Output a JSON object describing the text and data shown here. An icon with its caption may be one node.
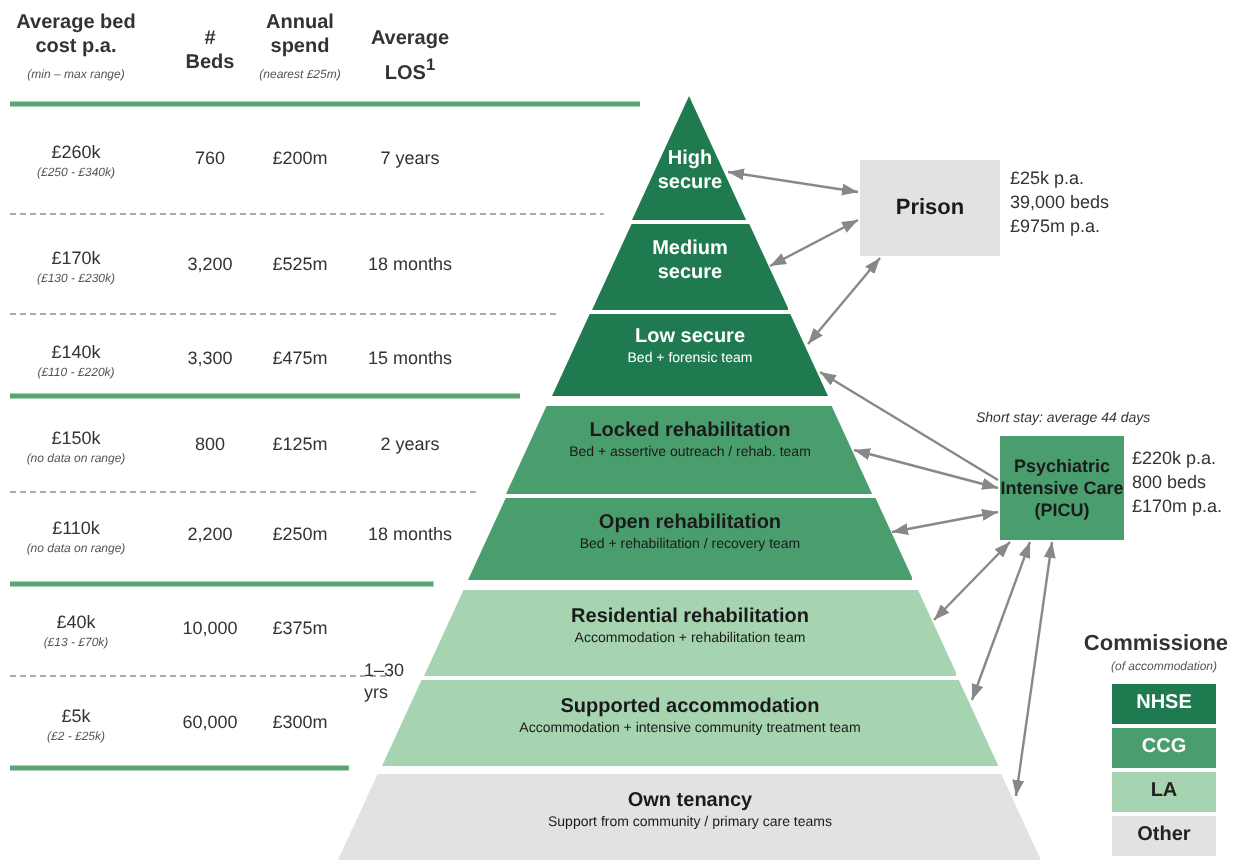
{
  "diagram": {
    "nodes": [
      {
        "text": [
          "High secure"
        ]
      },
      {
        "text": [
          "Medium secure"
        ]
      },
      {
        "text": [
          "Low secure",
          "Bed + forensic team"
        ]
      },
      {
        "text": [
          "Locked rehabilitation",
          "Bed + assertive outreach / rehab. team"
        ]
      },
      {
        "text": [
          "Open rehabilitation",
          "Bed + rehabilitation / recovery team"
        ]
      },
      {
        "text": [
          "Residential rehabilitation",
          "Accommodation + rehabilitation team"
        ]
      },
      {
        "text": [
          "Supported accommodation",
          "Accommodation + intensive community treatment team"
        ]
      },
      {
        "text": [
          "Own tenancy",
          "Support from community / primary care teams"
        ]
      },
      {
        "text": [
          "Prison"
        ],
        "beside": [
          "£25k p.a.",
          "39,000 beds",
          "£975m p.a."
        ]
      },
      {
        "text": [
          "Psychiatric Intensive Care (PICU)"
        ],
        "beside": [
          "Short stay: average 44 days",
          "£220k p.a.",
          "800 beds",
          "£170m p.a."
        ]
      }
    ],
    "edges": [
      {
        "from": 0,
        "to": 8,
        "arrow": "both"
      },
      {
        "from": 1,
        "to": 8,
        "arrow": "both"
      },
      {
        "from": 2,
        "to": 8,
        "arrow": "both"
      },
      {
        "from": 9,
        "to": 2,
        "arrow": "to"
      },
      {
        "from": 3,
        "to": 9,
        "arrow": "both"
      },
      {
        "from": 4,
        "to": 9,
        "arrow": "both"
      },
      {
        "from": 5,
        "to": 9,
        "arrow": "both"
      },
      {
        "from": 6,
        "to": 9,
        "arrow": "both"
      },
      {
        "from": 7,
        "to": 9,
        "arrow": "both"
      }
    ],
    "labels": [
      "Average bed cost p.a.",
      "(min – max range)",
      "# Beds",
      "Annual spend",
      "(nearest £25m)",
      "Average LOS$^{1}$",
      "£260k",
      "(£250 - £340k)",
      "760",
      "£200m",
      "7 years",
      "£170k",
      "(£130 - £230k)",
      "3,200",
      "£525m",
      "18 months",
      "£140k",
      "(£110 - £220k)",
      "3,300",
      "£475m",
      "15 months",
      "£150k",
      "(no data on range)",
      "800",
      "£125m",
      "2 years",
      "£110k",
      "(no data on range)",
      "2,200",
      "£250m",
      "18 months",
      "£40k",
      "(£13 - £70k)",
      "10,000",
      "£375m",
      "1–30 yrs",
      "£5k",
      "(£2 - £25k)",
      "60,000",
      "£300m",
      "Commissione",
      "(of accommodation)"
    ],
    "legend": [
      {
        "text": "NHSE",
        "color": "#1f7a4f"
      },
      {
        "text": "CCG",
        "color": "#4a9e6e"
      },
      {
        "text": "LA",
        "color": "#a6d3b0"
      },
      {
        "text": "Other",
        "color": "#e2e2e2"
      }
    ]
  }
}
